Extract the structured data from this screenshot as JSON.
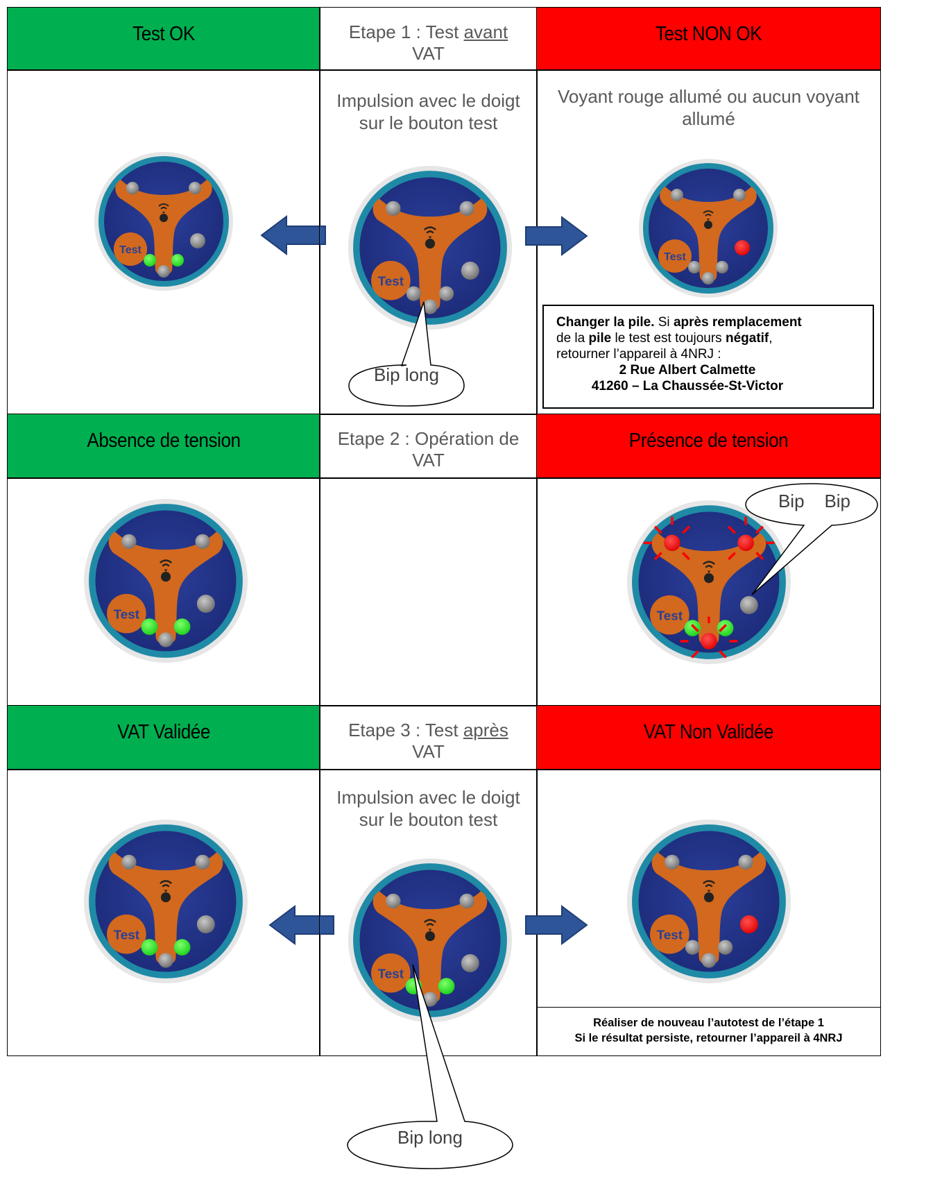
{
  "row1": {
    "left_header": "Test OK",
    "center_header_prefix": "Etape 1 : Test ",
    "center_header_underlined": "avant",
    "center_header_suffix": "VAT",
    "right_header": "Test NON OK",
    "center_desc_line1": "Impulsion avec le doigt",
    "center_desc_line2": "sur le bouton test",
    "right_desc_line1": "Voyant rouge allumé ou aucun voyant",
    "right_desc_line2": "allumé",
    "bubble": "Bip long",
    "note": {
      "p1_bold": "Changer la pile.",
      "p1_a": " Si ",
      "p1_bold2": "après remplacement",
      "p2_a": "de la ",
      "p2_bold": "pile",
      "p2_b": " le test est toujours ",
      "p2_bold2": "négatif",
      "p2_c": ",",
      "p3": "retourner l’appareil à 4NRJ :",
      "addr1": "2 Rue Albert Calmette",
      "addr2": "41260 – La Chaussée-St-Victor"
    }
  },
  "row2": {
    "left_header": "Absence de tension",
    "center_header_line1": "Etape 2 : Opération de",
    "center_header_line2": "VAT",
    "right_header": "Présence de tension",
    "bubble": "Bip    Bip"
  },
  "row3": {
    "left_header": "VAT Validée",
    "center_header_prefix": "Etape 3 : Test ",
    "center_header_underlined": "après",
    "center_header_suffix": "VAT",
    "right_header": "VAT Non Validée",
    "center_desc_line1": "Impulsion avec le doigt",
    "center_desc_line2": "sur le bouton test",
    "bubble": "Bip long",
    "note_line1": "Réaliser de nouveau l’autotest de l’étape 1",
    "note_line2": "Si le résultat persiste, retourner l’appareil à 4NRJ"
  },
  "device_label": "Test",
  "colors": {
    "green": "#00b050",
    "red": "#ff0000",
    "arrow": "#2e5597"
  }
}
